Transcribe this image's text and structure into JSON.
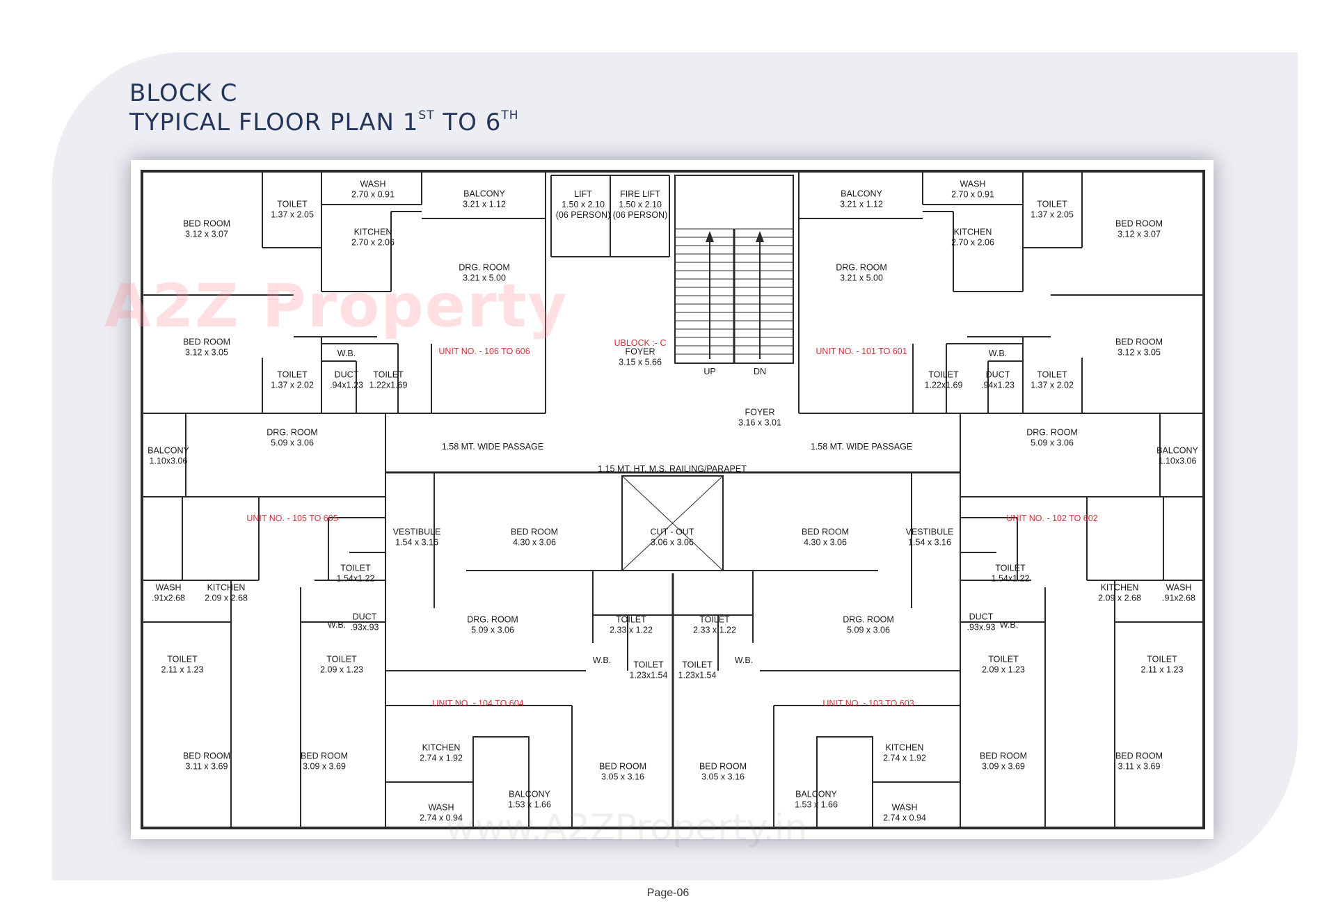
{
  "header": {
    "line1": "BLOCK C",
    "line2_a": "TYPICAL FLOOR PLAN 1",
    "line2_sup1": "ST",
    "line2_b": " TO 6",
    "line2_sup2": "TH"
  },
  "watermark": {
    "logo": "A2Z Property",
    "url": "www.A2ZProperty.in"
  },
  "footer": {
    "page": "Page-06"
  },
  "plan": {
    "labels": [
      {
        "l1": "BED ROOM",
        "l2": "3.12 x 3.07"
      },
      {
        "l1": "TOILET",
        "l2": "1.37 x 2.05"
      },
      {
        "l1": "WASH",
        "l2": "2.70 x 0.91"
      },
      {
        "l1": "BALCONY",
        "l2": "3.21 x 1.12"
      },
      {
        "l1": "KITCHEN",
        "l2": "2.70 x 2.06"
      },
      {
        "l1": "DRG. ROOM",
        "l2": "3.21 x 5.00"
      },
      {
        "l1": "LIFT",
        "l2": "1.50 x 2.10",
        "l3": "(06 PERSON)"
      },
      {
        "l1": "FIRE LIFT",
        "l2": "1.50 x 2.10",
        "l3": "(06 PERSON)"
      },
      {
        "l1": "BALCONY",
        "l2": "3.21 x 1.12"
      },
      {
        "l1": "WASH",
        "l2": "2.70 x 0.91"
      },
      {
        "l1": "TOILET",
        "l2": "1.37 x 2.05"
      },
      {
        "l1": "BED ROOM",
        "l2": "3.12 x 3.07"
      },
      {
        "l1": "KITCHEN",
        "l2": "2.70 x 2.06"
      },
      {
        "l1": "DRG. ROOM",
        "l2": "3.21 x 5.00"
      },
      {
        "l1": "BED ROOM",
        "l2": "3.12 x 3.05"
      },
      {
        "l1": "W.B."
      },
      {
        "l1": "TOILET",
        "l2": "1.37 x 2.02"
      },
      {
        "l1": "DUCT",
        "l2": ".94x1.23"
      },
      {
        "l1": "TOILET",
        "l2": "1.22x1.69"
      },
      {
        "l1": "UNIT NO. - 106 TO 606",
        "unit": true
      },
      {
        "l1": "UBLOCK :- C",
        "unit": true
      },
      {
        "l1": "FOYER",
        "l2": "3.15 x 5.66"
      },
      {
        "l1": "UP"
      },
      {
        "l1": "DN"
      },
      {
        "l1": "UNIT NO. - 101 TO 601",
        "unit": true
      },
      {
        "l1": "W.B."
      },
      {
        "l1": "TOILET",
        "l2": "1.22x1.69"
      },
      {
        "l1": "DUCT",
        "l2": ".94x1.23"
      },
      {
        "l1": "TOILET",
        "l2": "1.37 x 2.02"
      },
      {
        "l1": "BED ROOM",
        "l2": "3.12 x 3.05"
      },
      {
        "l1": "FOYER",
        "l2": "3.16 x 3.01"
      },
      {
        "l1": "DRG. ROOM",
        "l2": "5.09 x 3.06"
      },
      {
        "l1": "1.58 MT. WIDE PASSAGE"
      },
      {
        "l1": "1.58 MT. WIDE PASSAGE"
      },
      {
        "l1": "DRG. ROOM",
        "l2": "5.09 x 3.06"
      },
      {
        "l1": "BALCONY",
        "l2": "1.10x3.06"
      },
      {
        "l1": "1.15 MT. HT. M.S. RAILING/PARAPET"
      },
      {
        "l1": "BALCONY",
        "l2": "1.10x3.06"
      },
      {
        "l1": "UNIT NO. - 105 TO 605",
        "unit": true
      },
      {
        "l1": "VESTIBULE",
        "l2": "1.54 x 3.16"
      },
      {
        "l1": "BED ROOM",
        "l2": "4.30 x 3.06"
      },
      {
        "l1": "CUT - OUT",
        "l2": "3.06 x 3.06"
      },
      {
        "l1": "BED ROOM",
        "l2": "4.30 x 3.06"
      },
      {
        "l1": "VESTIBULE",
        "l2": "1.54 x 3.16"
      },
      {
        "l1": "UNIT NO. - 102 TO 602",
        "unit": true
      },
      {
        "l1": "TOILET",
        "l2": "1.54x1.22"
      },
      {
        "l1": "TOILET",
        "l2": "1.54x1.22"
      },
      {
        "l1": "WASH",
        "l2": ".91x2.68"
      },
      {
        "l1": "KITCHEN",
        "l2": "2.09 x 2.68"
      },
      {
        "l1": "KITCHEN",
        "l2": "2.09 x 2.68"
      },
      {
        "l1": "WASH",
        "l2": ".91x2.68"
      },
      {
        "l1": "W.B."
      },
      {
        "l1": "DUCT",
        "l2": ".93x.93"
      },
      {
        "l1": "DRG. ROOM",
        "l2": "5.09 x 3.06"
      },
      {
        "l1": "TOILET",
        "l2": "2.33 x 1.22"
      },
      {
        "l1": "TOILET",
        "l2": "2.33 x 1.22"
      },
      {
        "l1": "DRG. ROOM",
        "l2": "5.09 x 3.06"
      },
      {
        "l1": "DUCT",
        "l2": ".93x.93"
      },
      {
        "l1": "W.B."
      },
      {
        "l1": "TOILET",
        "l2": "2.11 x 1.23"
      },
      {
        "l1": "TOILET",
        "l2": "2.09 x 1.23"
      },
      {
        "l1": "W.B."
      },
      {
        "l1": "TOILET",
        "l2": "1.23x1.54"
      },
      {
        "l1": "TOILET",
        "l2": "1.23x1.54"
      },
      {
        "l1": "W.B."
      },
      {
        "l1": "TOILET",
        "l2": "2.09 x 1.23"
      },
      {
        "l1": "TOILET",
        "l2": "2.11 x 1.23"
      },
      {
        "l1": "UNIT NO. - 104 TO 604",
        "unit": true
      },
      {
        "l1": "UNIT NO. - 103 TO 603",
        "unit": true
      },
      {
        "l1": "KITCHEN",
        "l2": "2.74 x 1.92"
      },
      {
        "l1": "KITCHEN",
        "l2": "2.74 x 1.92"
      },
      {
        "l1": "BED ROOM",
        "l2": "3.11 x 3.69"
      },
      {
        "l1": "BED ROOM",
        "l2": "3.09 x 3.69"
      },
      {
        "l1": "BED ROOM",
        "l2": "3.05 x 3.16"
      },
      {
        "l1": "BED ROOM",
        "l2": "3.05 x 3.16"
      },
      {
        "l1": "BED ROOM",
        "l2": "3.09 x 3.69"
      },
      {
        "l1": "BED ROOM",
        "l2": "3.11 x 3.69"
      },
      {
        "l1": "BALCONY",
        "l2": "1.53 x 1.66"
      },
      {
        "l1": "BALCONY",
        "l2": "1.53 x 1.66"
      },
      {
        "l1": "WASH",
        "l2": "2.74 x 0.94"
      },
      {
        "l1": "WASH",
        "l2": "2.74 x 0.94"
      }
    ]
  }
}
